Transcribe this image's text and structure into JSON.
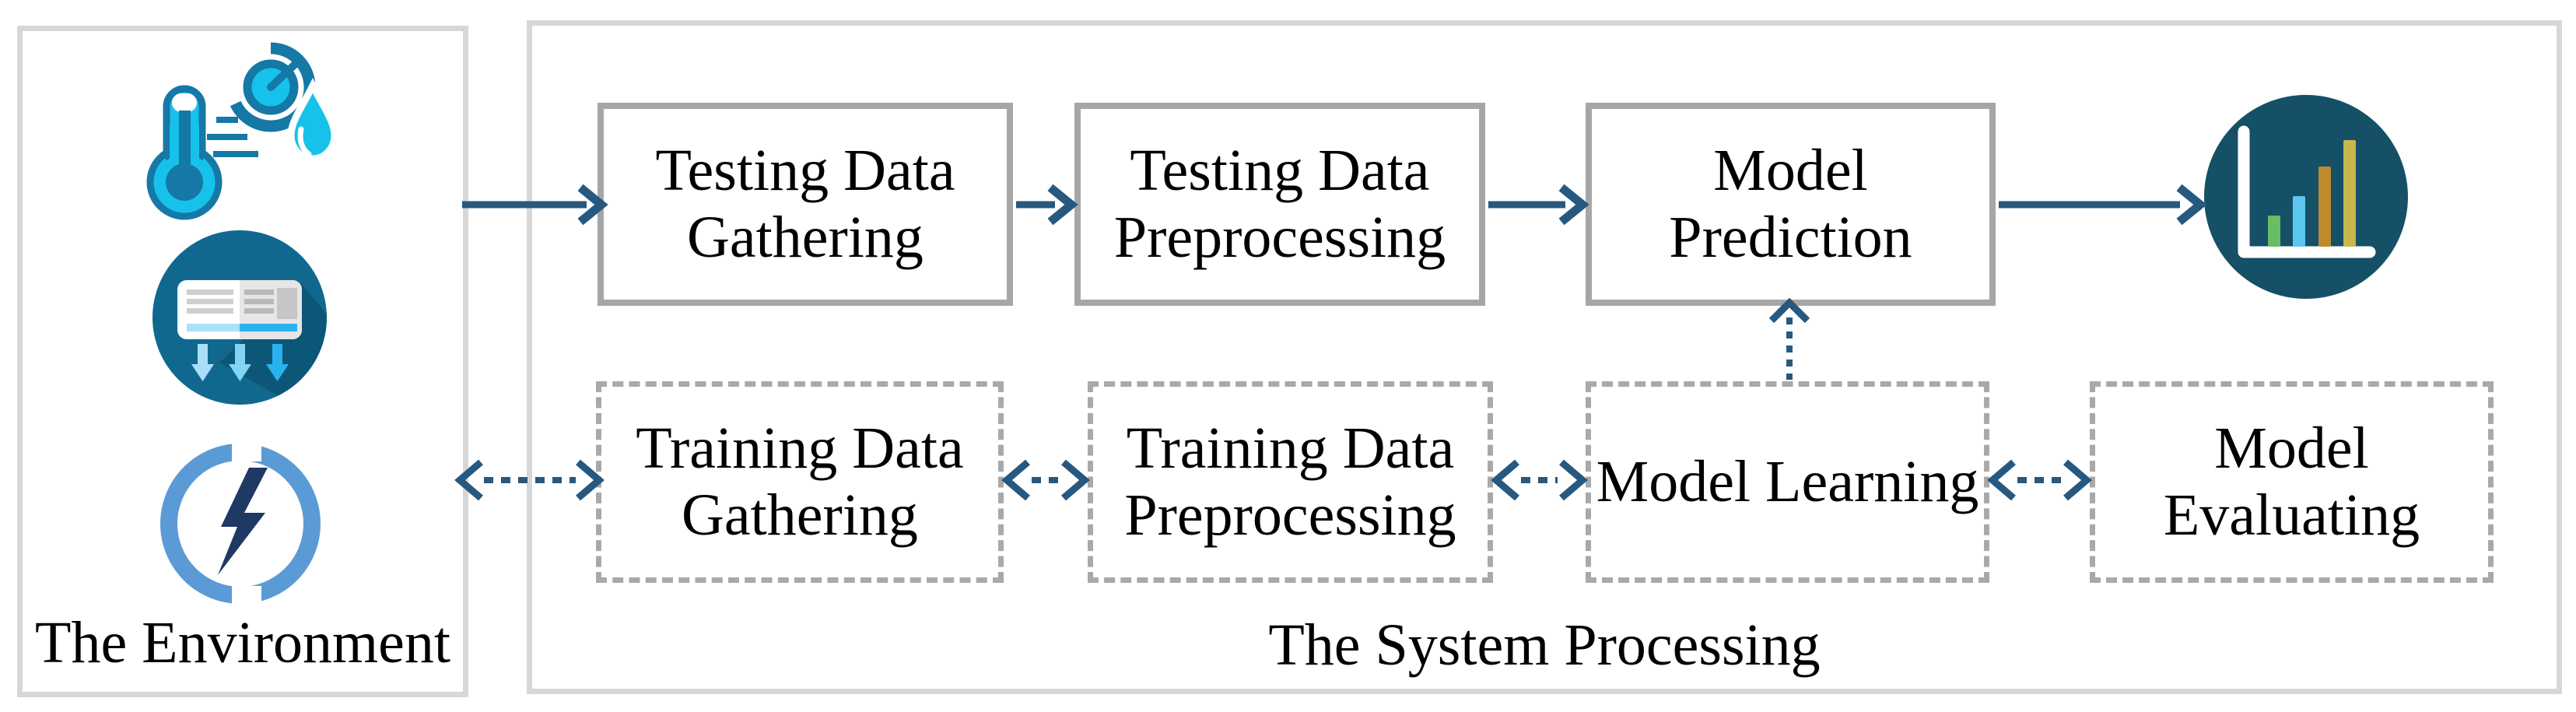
{
  "diagram": {
    "environment": {
      "label": "The Environment",
      "icons": [
        "temperature-humidity-icon",
        "air-conditioner-icon",
        "energy-icon"
      ]
    },
    "system": {
      "label": "The System Processing",
      "testing_boxes": [
        {
          "label": "Testing Data\nGathering"
        },
        {
          "label": "Testing Data\nPreprocessing"
        },
        {
          "label": "Model\nPrediction"
        }
      ],
      "training_boxes": [
        {
          "label": "Training Data\nGathering"
        },
        {
          "label": "Training Data\nPreprocessing"
        },
        {
          "label": "Model Learning"
        },
        {
          "label": "Model\nEvaluating"
        }
      ],
      "output_icon": "prediction-chart-icon"
    },
    "colors": {
      "arrow_blue": "#27587f",
      "solid_box_border": "#a6a6a6",
      "dashed_box_border": "#a9a9a9",
      "panel_border": "#d7d7d7",
      "icon_cyan": "#17c2ea",
      "icon_outline_blue": "#1578a7",
      "ac_circle_teal": "#11688f",
      "ac_shadow_teal": "#0c5778",
      "energy_ring_blue": "#5b9bd5",
      "energy_bolt_navy": "#1f3864",
      "chart_circle_teal": "#155067",
      "chart_bar_green": "#69bd64",
      "chart_bar_blue": "#5bc6ef",
      "chart_bar_bronze": "#bf8a2e",
      "chart_bar_gold": "#c7b84b"
    }
  }
}
